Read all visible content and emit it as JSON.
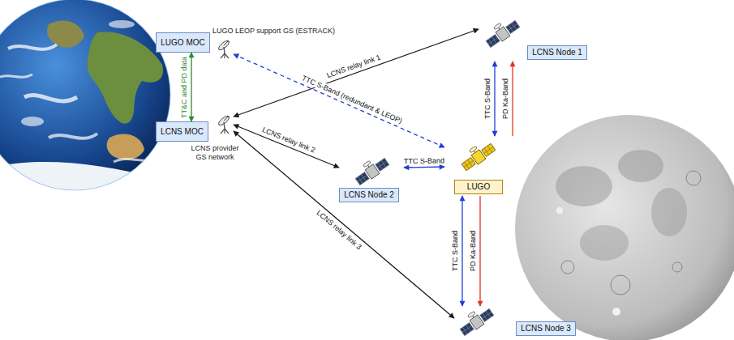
{
  "diagram": {
    "nodes": [
      {
        "text": [
          "LUGO MOC"
        ]
      },
      {
        "text": [
          "LUGO LEOP support GS (ESTRACK)"
        ]
      },
      {
        "text": [
          "LCNS Node 1"
        ]
      },
      {
        "text": [
          "LCNS MOC"
        ]
      },
      {
        "text": [
          "LCNS provider GS network"
        ]
      },
      {
        "text": [
          "LCNS Node 2"
        ]
      },
      {
        "text": [
          "LUGO"
        ]
      },
      {
        "text": [
          "LCNS Node 3"
        ]
      }
    ],
    "edges": [
      {
        "from": 0,
        "to": 3,
        "arrow": "both",
        "label": "TT&C and PD data"
      },
      {
        "from": 4,
        "to": 2,
        "arrow": "both",
        "label": "LCNS relay link 1"
      },
      {
        "from": 1,
        "to": 6,
        "arrow": "both",
        "label": "TTC S-Band (redundant & LEOP)"
      },
      {
        "from": 4,
        "to": 5,
        "arrow": "both",
        "label": "LCNS relay link 2"
      },
      {
        "from": 5,
        "to": 6,
        "arrow": "both",
        "label": "TTC S-Band"
      },
      {
        "from": 6,
        "to": 2,
        "arrow": "both",
        "label": "TTC S-Band"
      },
      {
        "from": 6,
        "to": 2,
        "arrow": "to",
        "label": "PD Ka-Band"
      },
      {
        "from": 4,
        "to": 7,
        "arrow": "both",
        "label": "LCNS relay link 3"
      },
      {
        "from": 6,
        "to": 7,
        "arrow": "both",
        "label": "TTC S-Band"
      },
      {
        "from": 6,
        "to": 7,
        "arrow": "to",
        "label": "PD Ka-Band"
      }
    ]
  }
}
